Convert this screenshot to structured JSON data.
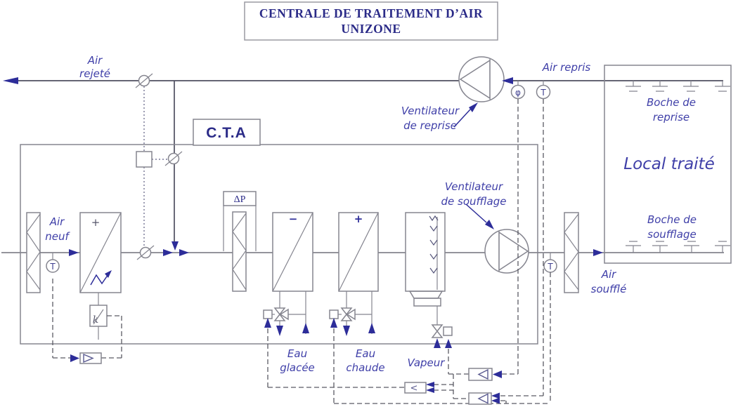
{
  "title": {
    "line1": "CENTRALE DE TRAITEMENT D’AIR",
    "line2": "UNIZONE"
  },
  "unit_label": "C.T.A",
  "labels": {
    "air_rejete": [
      "Air",
      "rejeté"
    ],
    "air_repris": "Air repris",
    "ventilateur_reprise": [
      "Ventilateur",
      "de reprise"
    ],
    "air_neuf": [
      "Air",
      "neuf"
    ],
    "ventilateur_soufflage": [
      "Ventilateur",
      "de soufflage"
    ],
    "bouche_reprise": [
      "Boche de",
      "reprise"
    ],
    "local_traite": "Local traité",
    "bouche_soufflage": [
      "Boche de",
      "soufflage"
    ],
    "air_souffle": [
      "Air",
      "soufflé"
    ],
    "eau_glacee": [
      "Eau",
      "glacée"
    ],
    "eau_chaude": [
      "Eau",
      "chaude"
    ],
    "vapeur": "Vapeur"
  },
  "symbols": {
    "delta_p": "ΔP",
    "plus": "+",
    "minus": "−",
    "k": "k",
    "less_than": "<",
    "temperature": "T",
    "humidity": "φ"
  },
  "colors": {
    "navy_arrow": "#2d2d99",
    "label_blue": "#3f3fa8",
    "title_blue": "#2b2b88",
    "line_gray": "#85858f",
    "duct_gray": "#71717c"
  }
}
